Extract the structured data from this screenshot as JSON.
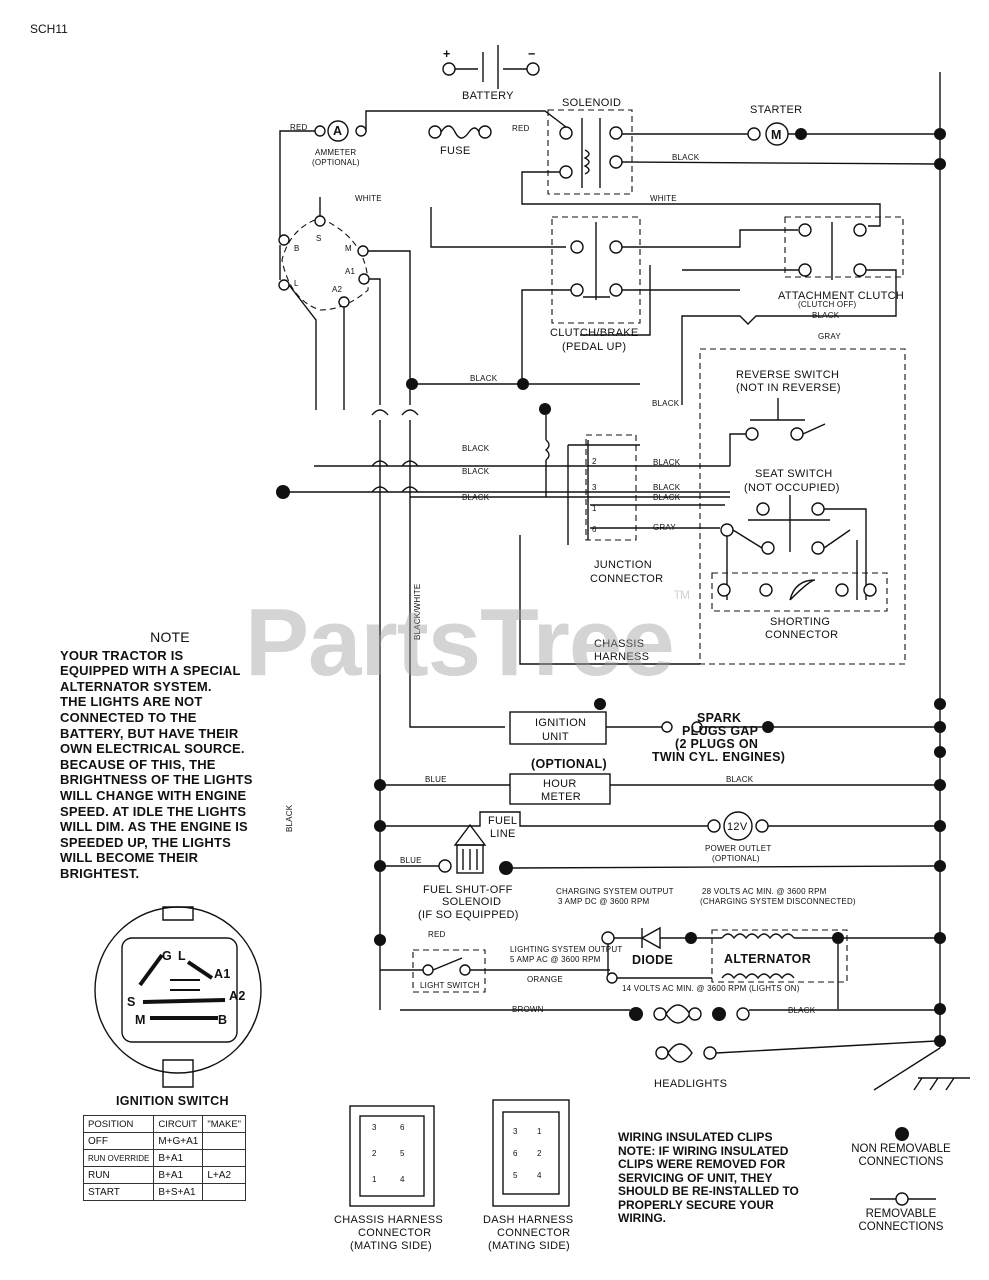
{
  "code": "SCH11",
  "watermark": "PartsTree",
  "watermark_mark": "TM",
  "labels": {
    "battery": "BATTERY",
    "battery_plus": "+",
    "battery_minus": "−",
    "solenoid": "SOLENOID",
    "starter": "STARTER",
    "starter_m": "M",
    "ammeter": "AMMETER",
    "ammeter_opt": "(OPTIONAL)",
    "ammeter_a": "A",
    "fuse": "FUSE",
    "red": "RED",
    "white": "WHITE",
    "black": "BLACK",
    "gray": "GRAY",
    "blue": "BLUE",
    "orange": "ORANGE",
    "brown": "BROWN",
    "black_white": "BLACK/WHITE",
    "clutch_brake": "CLUTCH/BRAKE",
    "pedal_up": "(PEDAL UP)",
    "attachment_clutch": "ATTACHMENT CLUTCH",
    "clutch_off": "(CLUTCH OFF)",
    "reverse_switch": "REVERSE SWITCH",
    "not_in_reverse": "(NOT IN REVERSE)",
    "seat_switch": "SEAT SWITCH",
    "not_occupied": "(NOT OCCUPIED)",
    "junction": "JUNCTION",
    "connector": "CONNECTOR",
    "shorting": "SHORTING",
    "shorting_connector": "CONNECTOR",
    "chassis": "CHASSIS",
    "harness": "HARNESS",
    "ignition": "IGNITION",
    "unit": "UNIT",
    "spark1": "SPARK",
    "spark2": "PLUGS GAP",
    "spark3": "(2 PLUGS ON",
    "spark4": "TWIN CYL. ENGINES)",
    "optional": "(OPTIONAL)",
    "hour": "HOUR",
    "meter": "METER",
    "fuel": "FUEL",
    "line": "LINE",
    "power_outlet": "POWER OUTLET",
    "power_outlet_opt": "(OPTIONAL)",
    "v12": "12V",
    "fuel_shutoff1": "FUEL SHUT-OFF",
    "fuel_shutoff2": "SOLENOID",
    "fuel_shutoff3": "(IF SO EQUIPPED)",
    "charging1": "CHARGING SYSTEM OUTPUT",
    "charging2": "3 AMP DC @ 3600 RPM",
    "volts28_1": "28 VOLTS AC MIN. @ 3600 RPM",
    "volts28_2": "(CHARGING SYSTEM DISCONNECTED)",
    "diode": "DIODE",
    "alternator": "ALTERNATOR",
    "lighting1": "LIGHTING SYSTEM OUTPUT",
    "lighting2": "5 AMP AC @ 3600 RPM",
    "volts14": "14 VOLTS AC MIN. @ 3600 RPM (LIGHTS ON)",
    "light_switch": "LIGHT SWITCH",
    "headlights": "HEADLIGHTS",
    "ign_s": "S",
    "ign_b": "B",
    "ign_m": "M",
    "ign_a1": "A1",
    "ign_l": "L",
    "ign_a2": "A2",
    "ign_g": "G",
    "pin2": "2",
    "pin3": "3",
    "pin1": "1",
    "pin6": "6"
  },
  "ignition_switch": {
    "title": "IGNITION SWITCH",
    "face": {
      "g": "G",
      "l": "L",
      "a1": "A1",
      "s": "S",
      "a2": "A2",
      "m": "M",
      "b": "B"
    },
    "table": {
      "headers": [
        "POSITION",
        "CIRCUIT",
        "\"MAKE\""
      ],
      "rows": [
        [
          "OFF",
          "M+G+A1",
          ""
        ],
        [
          "RUN OVERRIDE",
          "B+A1",
          ""
        ],
        [
          "RUN",
          "B+A1",
          "L+A2"
        ],
        [
          "START",
          "B+S+A1",
          ""
        ]
      ]
    }
  },
  "connectors": {
    "chassis": {
      "line1": "CHASSIS HARNESS",
      "line2": "CONNECTOR",
      "line3": "(MATING SIDE)",
      "pins": [
        "3",
        "6",
        "2",
        "5",
        "1",
        "4"
      ]
    },
    "dash": {
      "line1": "DASH HARNESS",
      "line2": "CONNECTOR",
      "line3": "(MATING SIDE)",
      "pins": [
        "3",
        "1",
        "6",
        "2",
        "5",
        "4"
      ]
    }
  },
  "note": {
    "heading": "NOTE",
    "lines": [
      "YOUR TRACTOR IS",
      "EQUIPPED WITH A SPECIAL",
      "ALTERNATOR SYSTEM.",
      "THE LIGHTS ARE NOT",
      "CONNECTED TO THE",
      "BATTERY, BUT HAVE THEIR",
      "OWN ELECTRICAL SOURCE.",
      "BECAUSE OF THIS, THE",
      "BRIGHTNESS OF THE LIGHTS",
      "WILL CHANGE WITH ENGINE",
      "SPEED.  AT IDLE THE LIGHTS",
      "WILL DIM.  AS THE ENGINE IS",
      "SPEEDED UP, THE LIGHTS",
      "WILL BECOME THEIR",
      "BRIGHTEST."
    ]
  },
  "clips_note": {
    "lines": [
      "WIRING INSULATED CLIPS",
      "NOTE: IF WIRING INSULATED",
      "CLIPS WERE REMOVED FOR",
      "SERVICING OF UNIT, THEY",
      "SHOULD BE RE-INSTALLED TO",
      "PROPERLY SECURE YOUR",
      "WIRING."
    ]
  },
  "legend": {
    "non_removable": [
      "NON REMOVABLE",
      "CONNECTIONS"
    ],
    "removable": [
      "REMOVABLE",
      "CONNECTIONS"
    ]
  }
}
